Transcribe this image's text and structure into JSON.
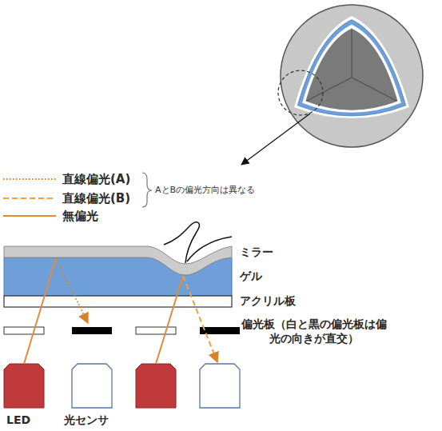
{
  "diagram": {
    "labels": [
      "AとBの偏光方向は異なる",
      "ミラー",
      "ゲル",
      "アクリル板",
      "偏光板（白と黒の偏光板は偏 光の向きが直交）",
      "LED",
      "光センサ"
    ],
    "legend": [
      {
        "text": "直線偏光(A)"
      },
      {
        "text": "直線偏光(B)"
      },
      {
        "text": "無偏光"
      }
    ]
  }
}
